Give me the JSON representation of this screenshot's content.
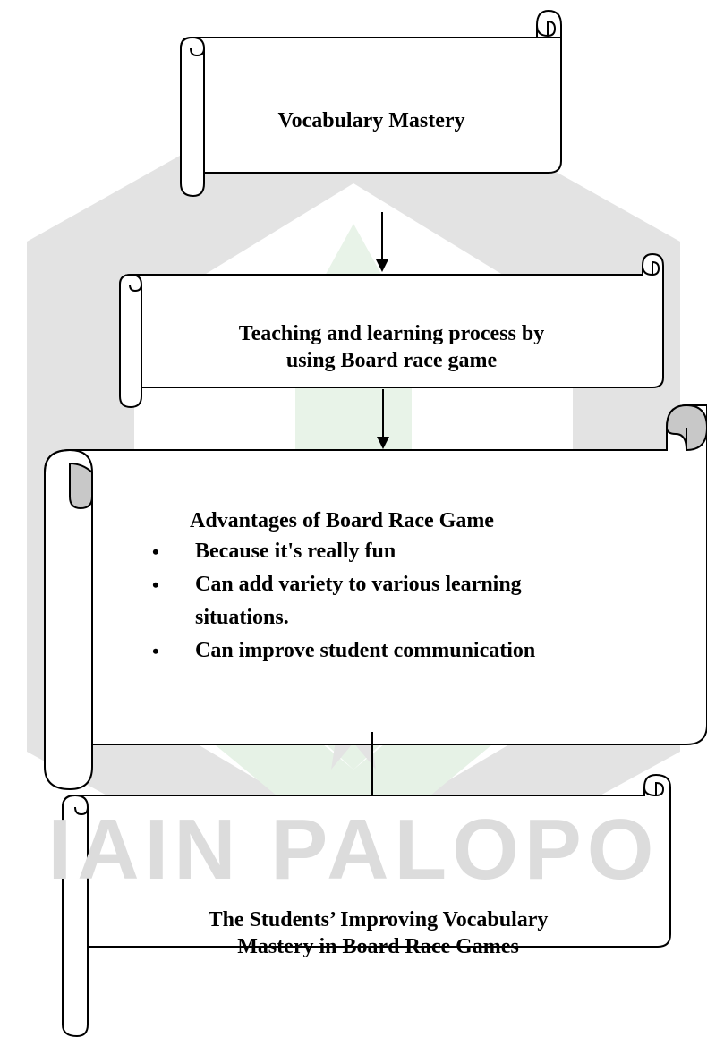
{
  "watermark": {
    "text": "IAIN PALOPO"
  },
  "boxes": {
    "box1": {
      "text": "Vocabulary Mastery"
    },
    "box2": {
      "line1": "Teaching and learning process by",
      "line2": "using Board race game"
    },
    "box3": {
      "title": "Advantages of Board Race Game",
      "items": [
        {
          "bullet": "•",
          "line1": "Because it's really fun"
        },
        {
          "bullet": "•",
          "line1": "Can add variety to various learning",
          "line2": "situations."
        },
        {
          "bullet": "•",
          "line1": "Can improve student communication"
        }
      ]
    },
    "box4": {
      "line1": "The Students’ Improving Vocabulary",
      "line2": "Mastery in Board Race Games"
    }
  },
  "colors": {
    "watermark_green": "#e6f2e6",
    "watermark_gray": "#e3e3e3",
    "scroll_fill": "#ffffff",
    "curl_shade": "#c0c0c0",
    "stroke": "#000000"
  }
}
